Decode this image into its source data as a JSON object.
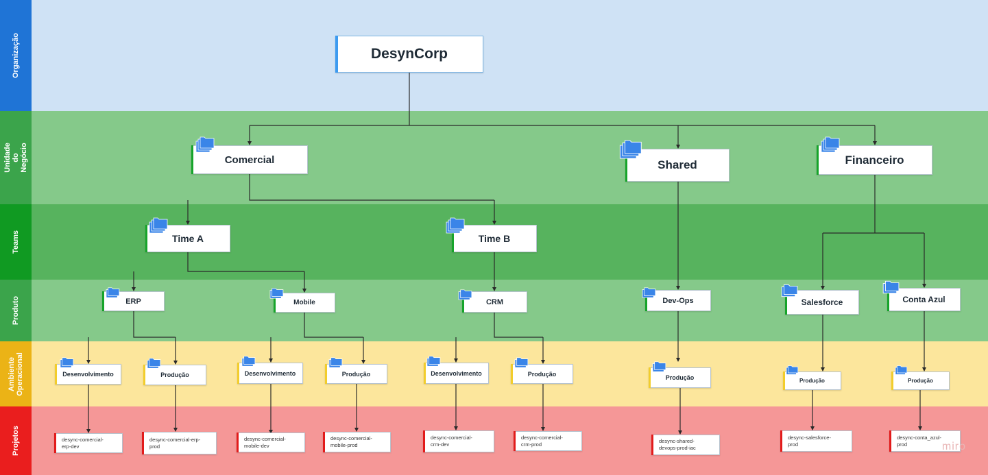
{
  "bands": [
    {
      "label": "Organização",
      "bg": "#cfe2f5",
      "side": "#1f74d6"
    },
    {
      "label": "Unidade do Negócio",
      "bg": "#85c98a",
      "side": "#3ba44b"
    },
    {
      "label": "Teams",
      "bg": "#57b35e",
      "side": "#109a22"
    },
    {
      "label": "Produto",
      "bg": "#85c98a",
      "side": "#3ba44b"
    },
    {
      "label": "Ambiente Operacional",
      "bg": "#fce69c",
      "side": "#ebb316"
    },
    {
      "label": "Projetos",
      "bg": "#f59797",
      "side": "#ea1e1e"
    }
  ],
  "colors": {
    "org_accent": "#3d9bf0",
    "green_accent": "#16a42a",
    "yellow_accent": "#f2cd2c",
    "red_accent": "#e21b1b",
    "edge": "#2a2a2a",
    "folder": "#3a85e8"
  },
  "nodes": {
    "org": "DesynCorp",
    "bu": {
      "comercial": "Comercial",
      "shared": "Shared",
      "financeiro": "Financeiro"
    },
    "teams": {
      "time_a": "Time A",
      "time_b": "Time B"
    },
    "products": {
      "erp": "ERP",
      "mobile": "Mobile",
      "crm": "CRM",
      "devops": "Dev-Ops",
      "salesforce": "Salesforce",
      "contaazul": "Conta Azul"
    },
    "envs": {
      "erp_dev": "Desenvolvimento",
      "erp_prod": "Produção",
      "mobile_dev": "Desenvolvimento",
      "mobile_prod": "Produção",
      "crm_dev": "Desenvolvimento",
      "crm_prod": "Produção",
      "devops_prod": "Produção",
      "sf_prod": "Produção",
      "ca_prod": "Produção"
    },
    "projects": {
      "erp_dev": "desync-comercial-erp-dev",
      "erp_prod": "desync-comercial-erp-prod",
      "mobile_dev": "desync-comercial-mobile-dev",
      "mobile_prod": "desync-comercial-mobile-prod",
      "crm_dev": "desync-comercial-crm-dev",
      "crm_prod": "desync-comercial-crm-prod",
      "devops_prod": "desync-shared-devops-prod-iac",
      "sf_prod": "desync-salesforce-prod",
      "ca_prod": "desync-conta_azul-prod"
    }
  },
  "watermark": "miro"
}
